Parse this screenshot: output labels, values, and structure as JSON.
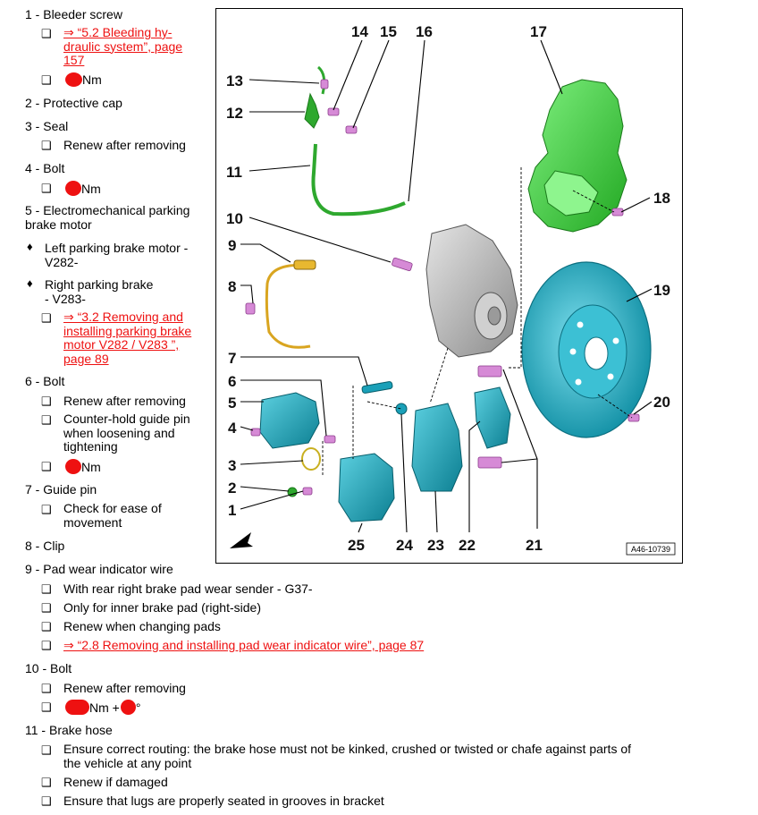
{
  "legend": {
    "i1": {
      "title": "1 - Bleeder screw",
      "link1": "⇒ “5.2 Bleeding hy-",
      "link2": "draulic system”, page",
      "link3": "157",
      "unit": "Nm"
    },
    "i2": {
      "title": "2 - Protective cap"
    },
    "i3": {
      "title": "3 - Seal",
      "n1": "Renew after removing"
    },
    "i4": {
      "title": "4 - Bolt",
      "unit": "Nm"
    },
    "i5": {
      "title1": "5 - Electromechanical parking",
      "title2": "brake motor",
      "left1": "Left parking brake motor -",
      "left2": "V282-",
      "right1": "Right parking brake",
      "right2": "- V283-",
      "link1": "⇒ “3.2 Removing and",
      "link2": "installing parking brake",
      "link3": "motor V282 / V283 ”,",
      "link4": "page 89"
    },
    "i6": {
      "title": "6 - Bolt",
      "n1": "Renew after removing",
      "n2a": "Counter-hold guide pin",
      "n2b": "when loosening and",
      "n2c": "tightening",
      "unit": "Nm"
    },
    "i7": {
      "title": "7 - Guide pin",
      "n1a": "Check for ease of",
      "n1b": "movement"
    },
    "i8": {
      "title": "8 - Clip"
    },
    "i9": {
      "title": "9 - Pad wear indicator wire",
      "n1": "With rear right brake pad wear sender - G37-",
      "n2": "Only for inner brake pad (right-side)",
      "n3": "Renew when changing pads",
      "link": "⇒ “2.8 Removing and installing pad wear indicator wire”, page 87"
    },
    "i10": {
      "title": "10 - Bolt",
      "n1": "Renew after removing",
      "unit": "Nm +",
      "deg": "°"
    },
    "i11": {
      "title": "11 - Brake hose",
      "n1a": "Ensure correct routing: the brake hose must not be kinked, crushed or twisted or chafe against parts of",
      "n1b": "the vehicle at any point",
      "n2": "Renew if damaged",
      "n3": "Ensure that lugs are properly seated in grooves in bracket"
    }
  },
  "figure": {
    "code": "A46-10739",
    "callouts": [
      "1",
      "2",
      "3",
      "4",
      "5",
      "6",
      "7",
      "8",
      "9",
      "10",
      "11",
      "12",
      "13",
      "14",
      "15",
      "16",
      "17",
      "18",
      "19",
      "20",
      "21",
      "22",
      "23",
      "24",
      "25"
    ],
    "colors": {
      "hose": "#2ea82e",
      "shield": "#33cc33",
      "disc": "#1aa0b8",
      "caliper": "#1aa0b8",
      "knuckle": "#b8b8b8",
      "fastener": "#d68ad6",
      "wire": "#d9a520",
      "blocked": "#ee1111"
    }
  },
  "icons": {
    "checkbox": "❑",
    "diamond": "♦"
  }
}
